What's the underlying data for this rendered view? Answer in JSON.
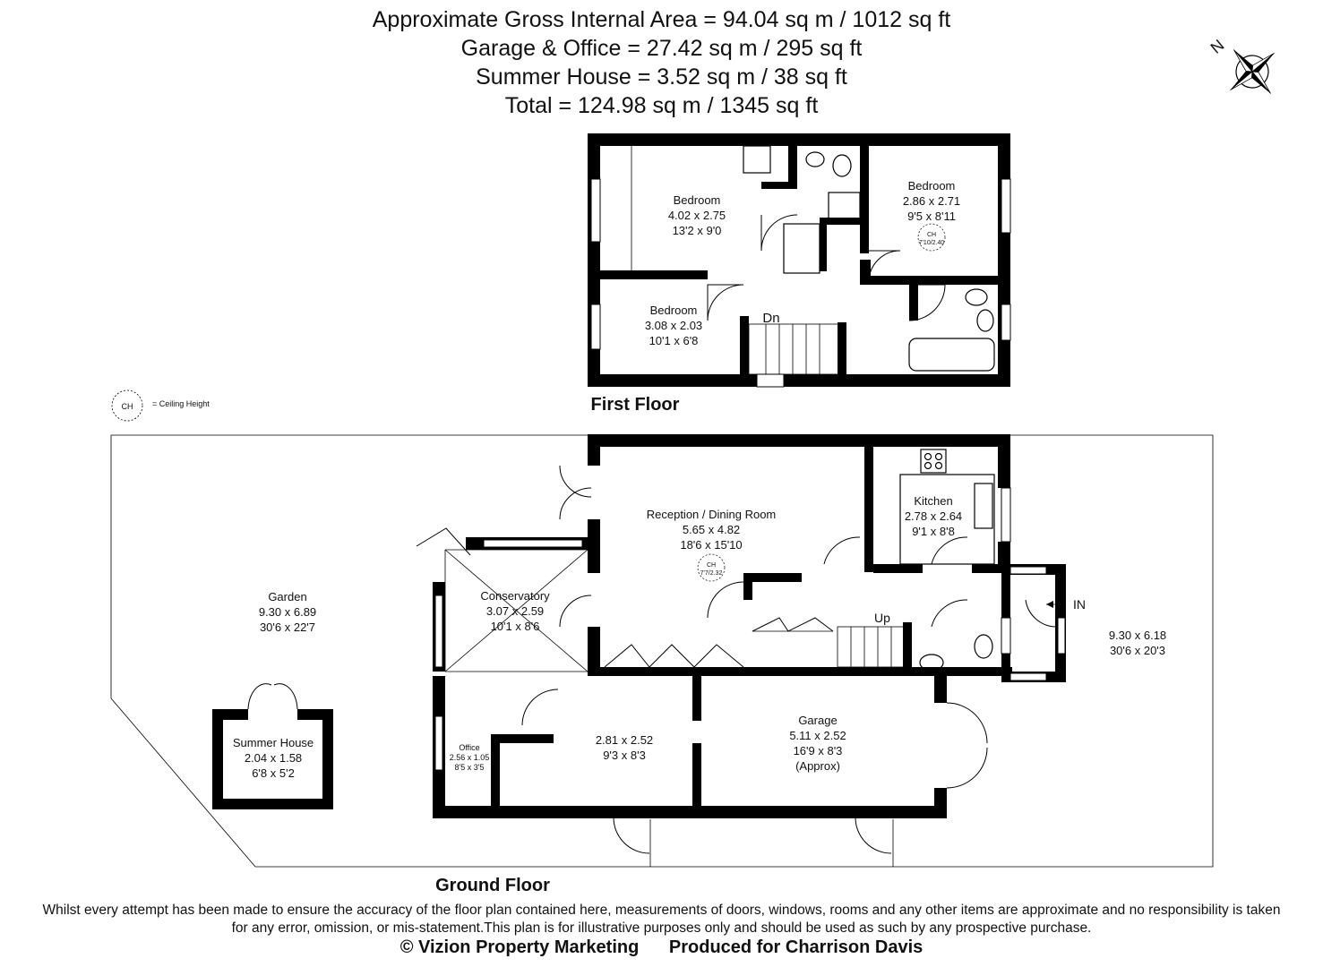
{
  "header": {
    "gross_area": "Approximate Gross Internal Area = 94.04 sq m / 1012 sq ft",
    "garage_office": "Garage & Office = 27.42 sq m / 295 sq ft",
    "summer_house": "Summer House = 3.52 sq m / 38 sq ft",
    "total": "Total = 124.98 sq m / 1345 sq ft"
  },
  "compass": {
    "label": "N"
  },
  "legend": {
    "symbol": "CH",
    "text": "= Ceiling Height"
  },
  "first_floor": {
    "label": "First Floor",
    "bedroom1": {
      "name": "Bedroom",
      "metric": "4.02 x 2.75",
      "imperial": "13'2 x 9'0"
    },
    "bedroom2": {
      "name": "Bedroom",
      "metric": "2.86 x 2.71",
      "imperial": "9'5 x 8'11",
      "ch_symbol": "CH",
      "ch_value": "7'10/2.40"
    },
    "bedroom3": {
      "name": "Bedroom",
      "metric": "3.08 x 2.03",
      "imperial": "10'1 x 6'8"
    },
    "stairs": "Dn"
  },
  "ground_floor": {
    "label": "Ground Floor",
    "reception": {
      "name": "Reception / Dining Room",
      "metric": "5.65 x 4.82",
      "imperial": "18'6 x 15'10",
      "ch_symbol": "CH",
      "ch_value": "7'7/2.32"
    },
    "kitchen": {
      "name": "Kitchen",
      "metric": "2.78 x 2.64",
      "imperial": "9'1 x 8'8"
    },
    "conservatory": {
      "name": "Conservatory",
      "metric": "3.07 x 2.59",
      "imperial": "10'1 x 8'6"
    },
    "garden": {
      "name": "Garden",
      "metric": "9.30 x 6.89",
      "imperial": "30'6 x 22'7"
    },
    "front_garden": {
      "metric": "9.30 x 6.18",
      "imperial": "30'6 x 20'3"
    },
    "summer_house": {
      "name": "Summer House",
      "metric": "2.04 x 1.58",
      "imperial": "6'8 x 5'2"
    },
    "office": {
      "name": "Office",
      "metric": "2.56 x 1.05",
      "imperial": "8'5 x 3'5"
    },
    "store": {
      "metric": "2.81 x 2.52",
      "imperial": "9'3 x 8'3"
    },
    "garage": {
      "name": "Garage",
      "metric": "5.11 x 2.52",
      "imperial": "16'9 x 8'3",
      "note": "(Approx)"
    },
    "stairs": "Up",
    "entrance": "IN"
  },
  "disclaimer": "Whilst every attempt has been made to ensure the accuracy of the floor plan contained here, measurements of doors, windows, rooms and any other items are approximate and no responsibility is taken for any error, omission, or mis-statement.This plan is for illustrative purposes only and should be used as such by any prospective purchase.",
  "credits": {
    "left": "© Vizion Property Marketing",
    "right": "Produced for Charrison Davis"
  }
}
